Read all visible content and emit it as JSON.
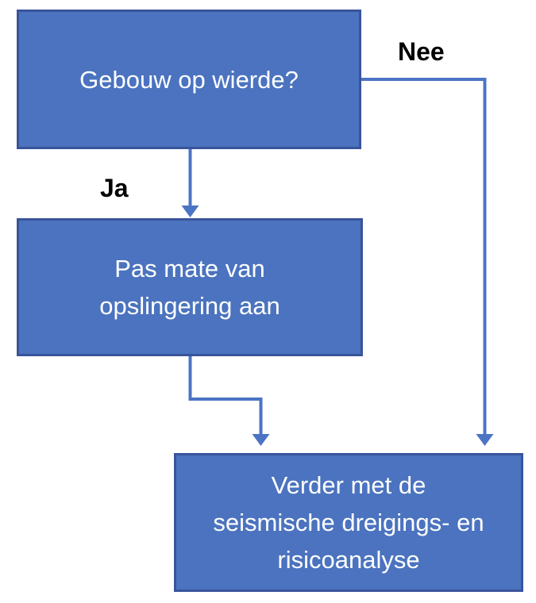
{
  "diagram": {
    "type": "flowchart",
    "nodes": [
      {
        "id": "gebouw-op-wierde",
        "label": "Gebouw op wierde?",
        "lines": [
          "Gebouw op wierde?"
        ]
      },
      {
        "id": "pas-mate-van-opslingering-aan",
        "label": "Pas mate van opslingering aan",
        "lines": [
          "Pas mate van",
          "opslingering aan"
        ]
      },
      {
        "id": "verder-met-analyse",
        "label": "Verder met de seismische dreigings- en risicoanalyse",
        "lines": [
          "Verder met de",
          "seismische dreigings- en",
          "risicoanalyse"
        ]
      }
    ],
    "edges": [
      {
        "from": "gebouw-op-wierde",
        "to": "pas-mate-van-opslingering-aan",
        "label": "Ja"
      },
      {
        "from": "gebouw-op-wierde",
        "to": "verder-met-analyse",
        "label": "Nee"
      },
      {
        "from": "pas-mate-van-opslingering-aan",
        "to": "verder-met-analyse",
        "label": ""
      }
    ],
    "colors": {
      "node_fill": "#4B73BF",
      "node_border": "#39549B",
      "node_text": "#FFFFFF",
      "connector": "#4C74C4",
      "edge_label": "#000000",
      "background": "#FFFFFF"
    }
  }
}
